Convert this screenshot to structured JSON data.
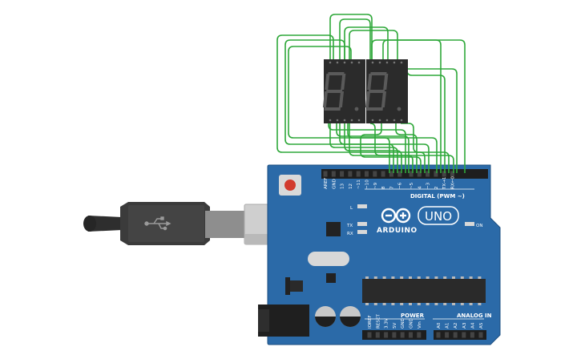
{
  "board": {
    "brand": "ARDUINO",
    "model": "UNO",
    "digital_header": "DIGITAL (PWM ~)",
    "power_header": "POWER",
    "analog_header": "ANALOG IN",
    "on_label": "ON",
    "led_l": "L",
    "led_tx": "TX",
    "led_rx": "RX",
    "digital_pins": [
      "AREF",
      "GND",
      "13",
      "12",
      "~11",
      "~10",
      "~9",
      "8",
      "7",
      "~6",
      "~5",
      "4",
      "~3",
      "2",
      "TX→1",
      "RX←0"
    ],
    "power_pins": [
      "IOREF",
      "RESET",
      "3.3V",
      "5V",
      "GND",
      "GND",
      "Vin"
    ],
    "analog_pins": [
      "A0",
      "A1",
      "A2",
      "A3",
      "A4",
      "A5"
    ]
  },
  "colors": {
    "board": "#2b6aa8",
    "board_edge": "#1d4f80",
    "wire": "#2fa83a",
    "display_body": "#2b2b2b",
    "segment_off": "#5a5a5a",
    "usb_body": "#3a3a3a",
    "usb_metal": "#c9c9c9"
  },
  "icons": {
    "usb_symbol": "usb-icon",
    "arduino_logo": "infinity-icon"
  }
}
